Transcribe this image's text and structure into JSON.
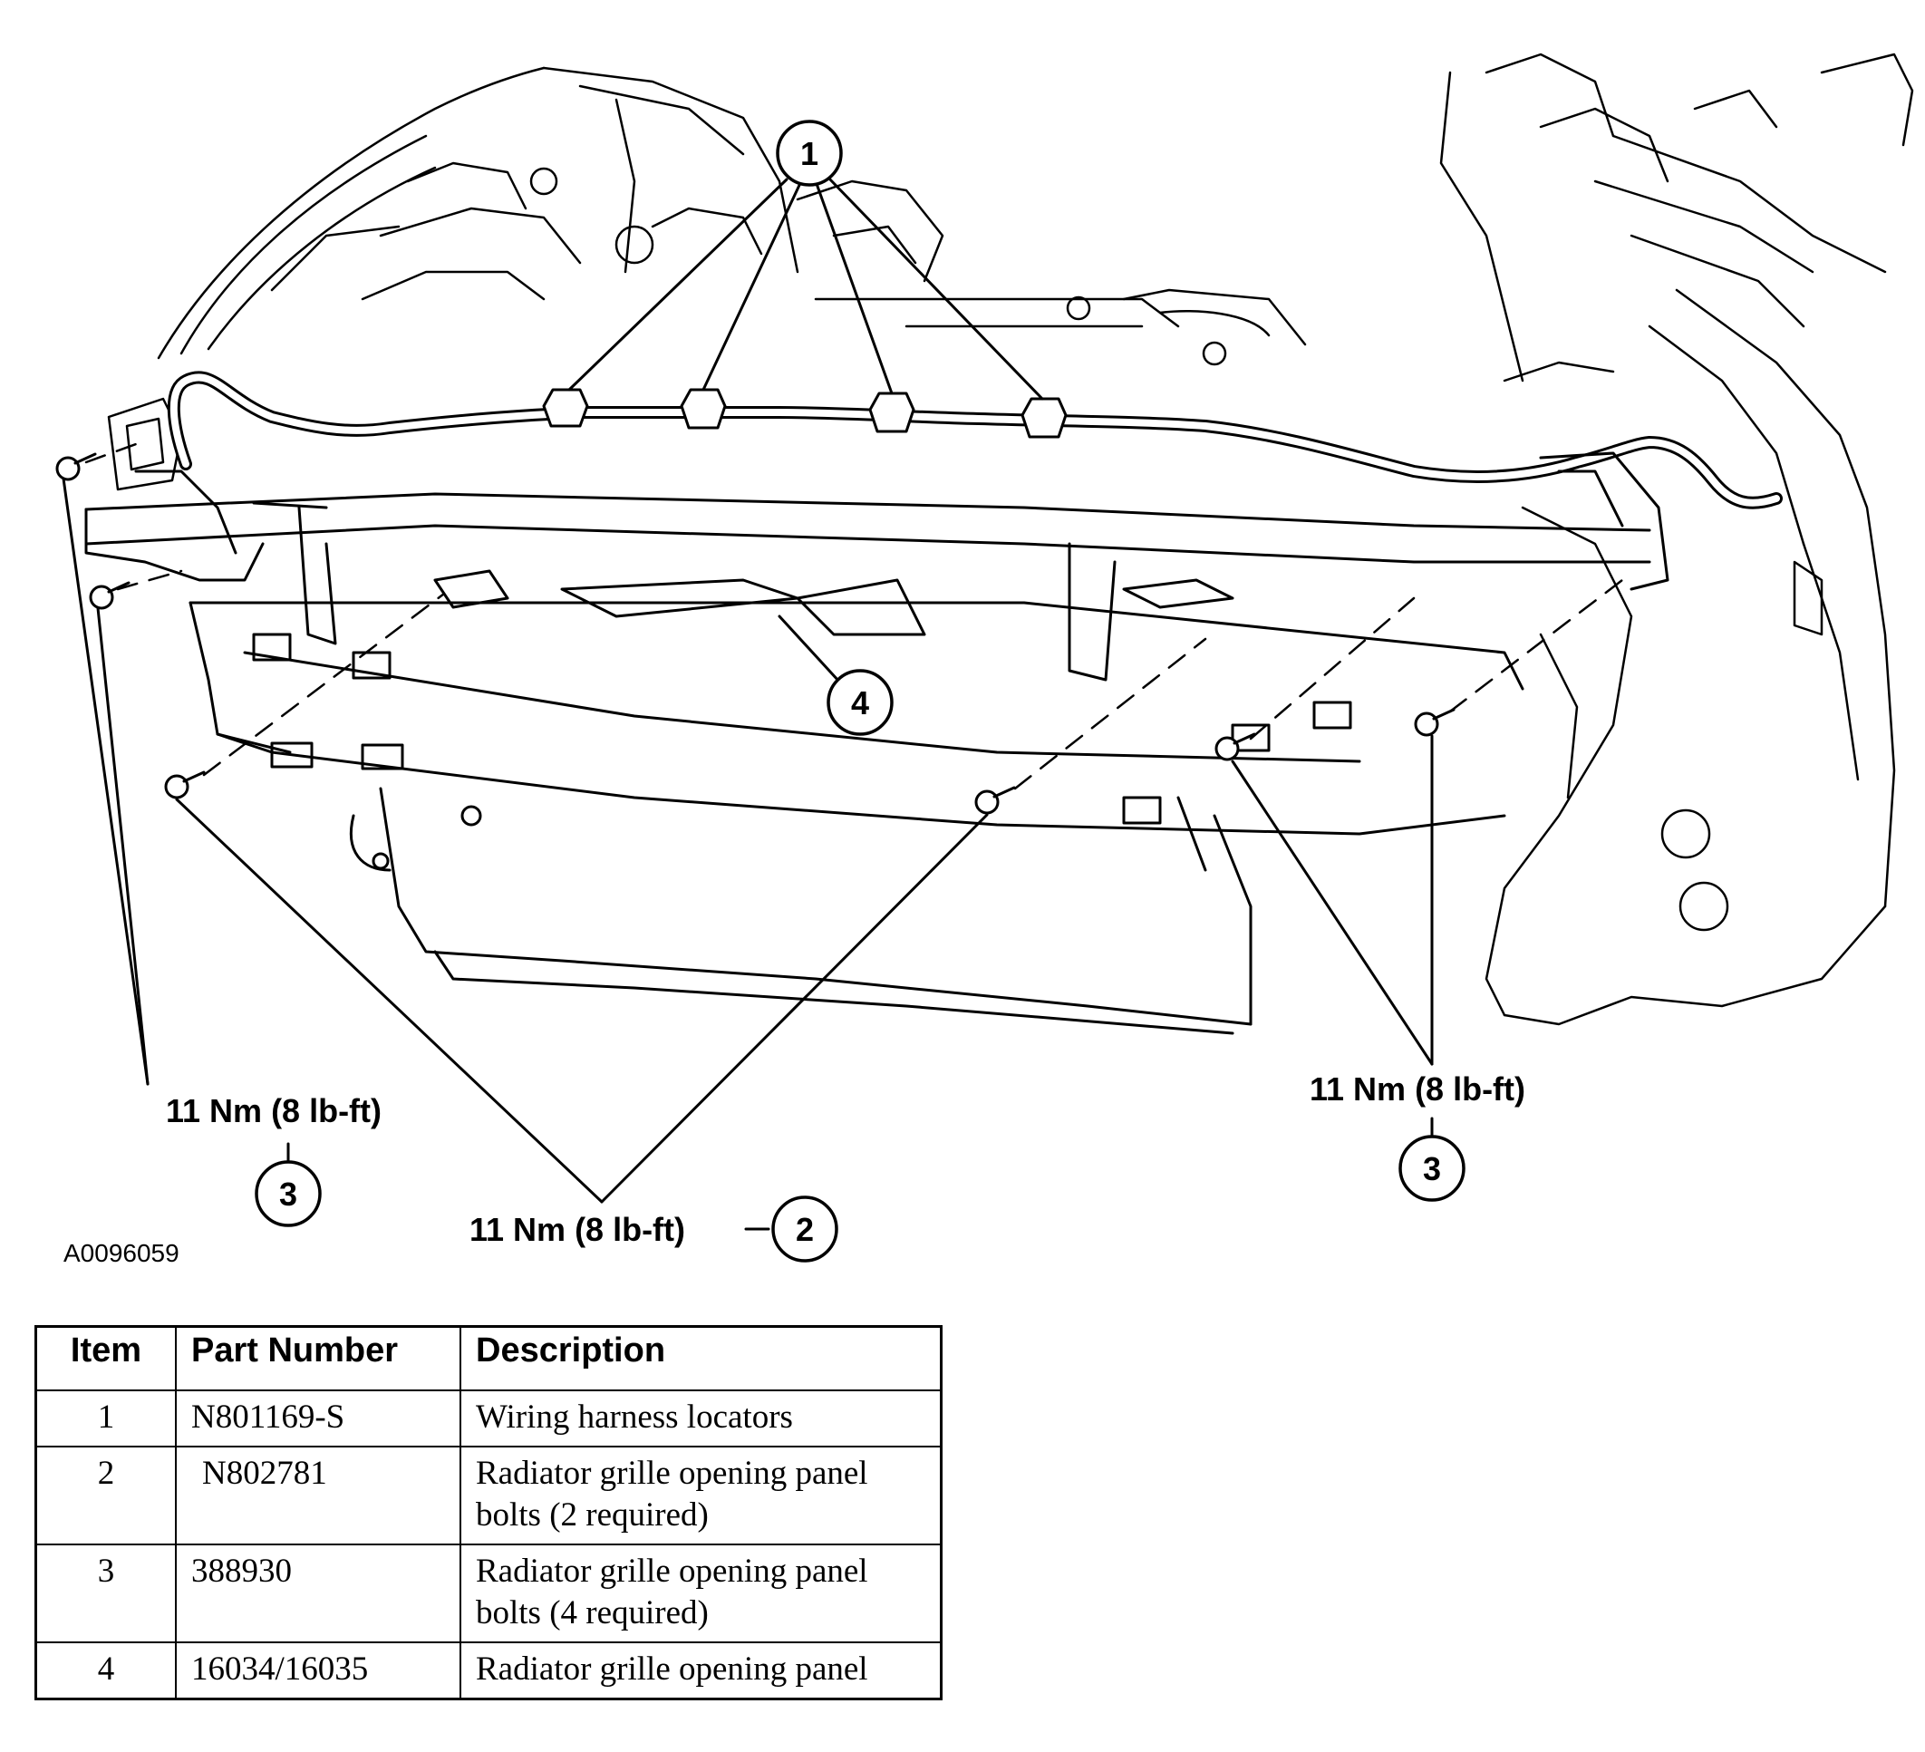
{
  "diagram": {
    "figure_id": "A0096059",
    "torque_labels": {
      "left": "11 Nm (8 lb-ft)",
      "center": "11 Nm (8 lb-ft)",
      "right": "11 Nm (8 lb-ft)"
    },
    "callouts": [
      "1",
      "2",
      "3",
      "3",
      "4"
    ]
  },
  "parts_table": {
    "headers": [
      "Item",
      "Part Number",
      "Description"
    ],
    "rows": [
      {
        "item": "1",
        "part_number": "N801169-S",
        "description": "Wiring harness locators"
      },
      {
        "item": "2",
        "part_number": "N802781",
        "description": "Radiator grille opening panel bolts (2 required)"
      },
      {
        "item": "3",
        "part_number": "388930",
        "description": "Radiator grille opening panel bolts (4 required)"
      },
      {
        "item": "4",
        "part_number": "16034/16035",
        "description": "Radiator grille opening panel"
      }
    ]
  }
}
